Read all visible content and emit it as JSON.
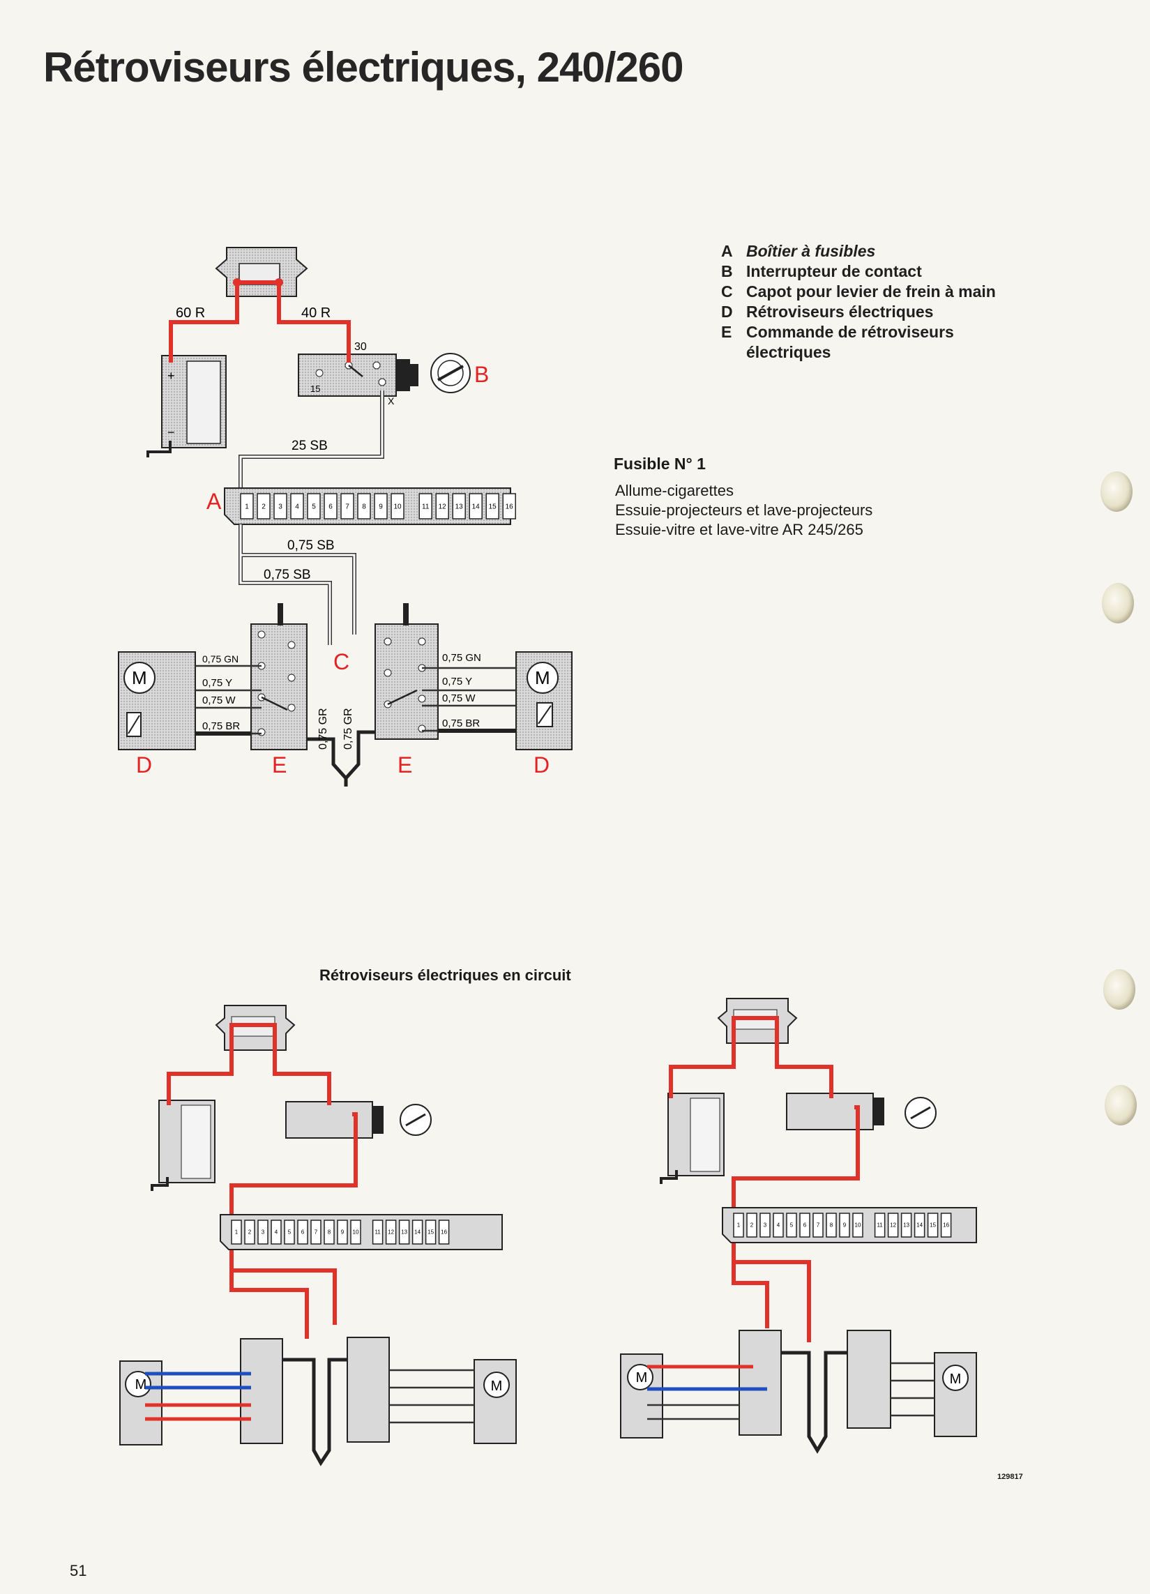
{
  "title": "Rétroviseurs électriques, 240/260",
  "legend": [
    {
      "key": "A",
      "text": "Boîtier à fusibles"
    },
    {
      "key": "B",
      "text": "Interrupteur de contact"
    },
    {
      "key": "C",
      "text": "Capot pour levier de frein à main"
    },
    {
      "key": "D",
      "text": "Rétroviseurs électriques"
    },
    {
      "key": "E",
      "text": "Commande de rétroviseurs électriques"
    }
  ],
  "fuse": {
    "heading": "Fusible N° 1",
    "items": [
      "Allume-cigarettes",
      "Essuie-projecteurs et lave-projecteurs",
      "Essuie-vitre et lave-vitre AR 245/265"
    ]
  },
  "diagram": {
    "labels": {
      "A": "A",
      "B": "B",
      "C": "C",
      "D": "D",
      "E": "E"
    },
    "wires": {
      "w60r": "60 R",
      "w40r": "40 R",
      "w25sb": "25 SB",
      "w075sb": "0,75 SB",
      "gn": "0,75 GN",
      "y": "0,75 Y",
      "w": "0,75 W",
      "br": "0,75 BR",
      "gr": "0,75 GR"
    },
    "terminals": {
      "t30": "30",
      "t15": "15",
      "tx": "X",
      "motor": "M",
      "plus": "+",
      "minus": "−"
    },
    "fuse_numbers": [
      "1",
      "2",
      "3",
      "4",
      "5",
      "6",
      "7",
      "8",
      "9",
      "10",
      "11",
      "12",
      "13",
      "14",
      "15",
      "16"
    ]
  },
  "in_circuit_title": "Rétroviseurs électriques en circuit",
  "code": "129817",
  "page": "51",
  "colors": {
    "live": "#e0322b",
    "return": "#1f4fbf",
    "label": "#e32222",
    "box": "#cfcfcf"
  }
}
